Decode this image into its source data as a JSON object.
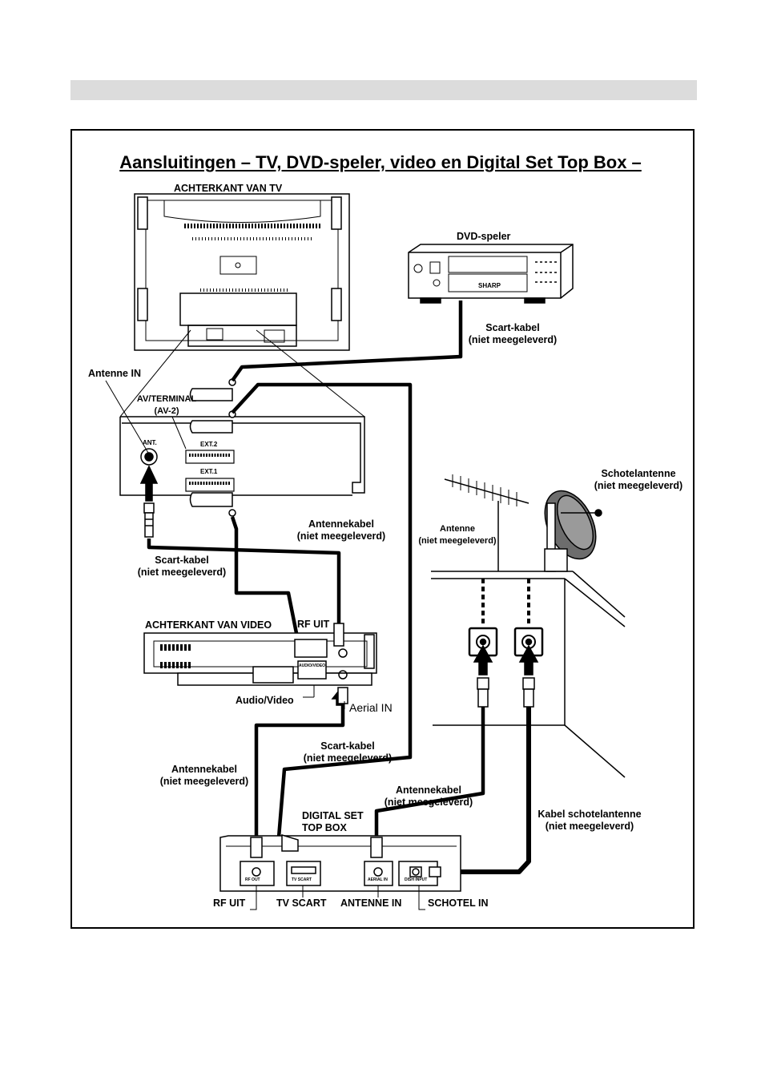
{
  "title": "Aansluitingen – TV, DVD-speler, video en Digital Set Top Box –",
  "labels": {
    "tv_back": "ACHTERKANT VAN TV",
    "dvd_player": "DVD-speler",
    "scart_cable_1_line1": "Scart-kabel",
    "scart_cable_1_line2": "(niet meegeleverd)",
    "antenna_in": "Antenne IN",
    "av_terminal_line1": "AV/TERMINAL",
    "av_terminal_line2": "(AV-2)",
    "ant": "ANT.",
    "ext2": "EXT.2",
    "ext1": "EXT.1",
    "dish_antenna_line1": "Schotelantenne",
    "dish_antenna_line2": "(niet meegeleverd)",
    "antenna_line1": "Antenne",
    "antenna_line2": "(niet meegeleverd)",
    "antenna_cable_1_line1": "Antennekabel",
    "antenna_cable_1_line2": "(niet meegeleverd)",
    "scart_cable_2_line1": "Scart-kabel",
    "scart_cable_2_line2": "(niet meegeleverd)",
    "video_back": "ACHTERKANT VAN VIDEO",
    "rf_out_video": "RF UIT",
    "audio_video": "Audio/Video",
    "aerial_in": "Aerial IN",
    "scart_cable_3_line1": "Scart-kabel",
    "scart_cable_3_line2": "(niet meegeleverd)",
    "antenna_cable_2_line1": "Antennekabel",
    "antenna_cable_2_line2": "(niet meegeleverd)",
    "antenna_cable_3_line1": "Antennekabel",
    "antenna_cable_3_line2": "(niet meegeleverd)",
    "stb_line1": "DIGITAL SET",
    "stb_line2": "TOP BOX",
    "dish_cable_line1": "Kabel schotelantenne",
    "dish_cable_line2": "(niet meegeleverd)",
    "rf_out_stb": "RF UIT",
    "tv_scart": "TV SCART",
    "antenna_in_stb": "ANTENNE IN",
    "dish_in": "SCHOTEL IN"
  },
  "panel_labels": {
    "stb_rf_out": "RF OUT",
    "stb_tv_scart": "TV SCART",
    "stb_aerial_in": "AERIAL IN",
    "stb_dish_input": "DISH INPUT",
    "vcr_audio_video": "AUDIO/VIDEO",
    "dvd_brand": "SHARP"
  }
}
